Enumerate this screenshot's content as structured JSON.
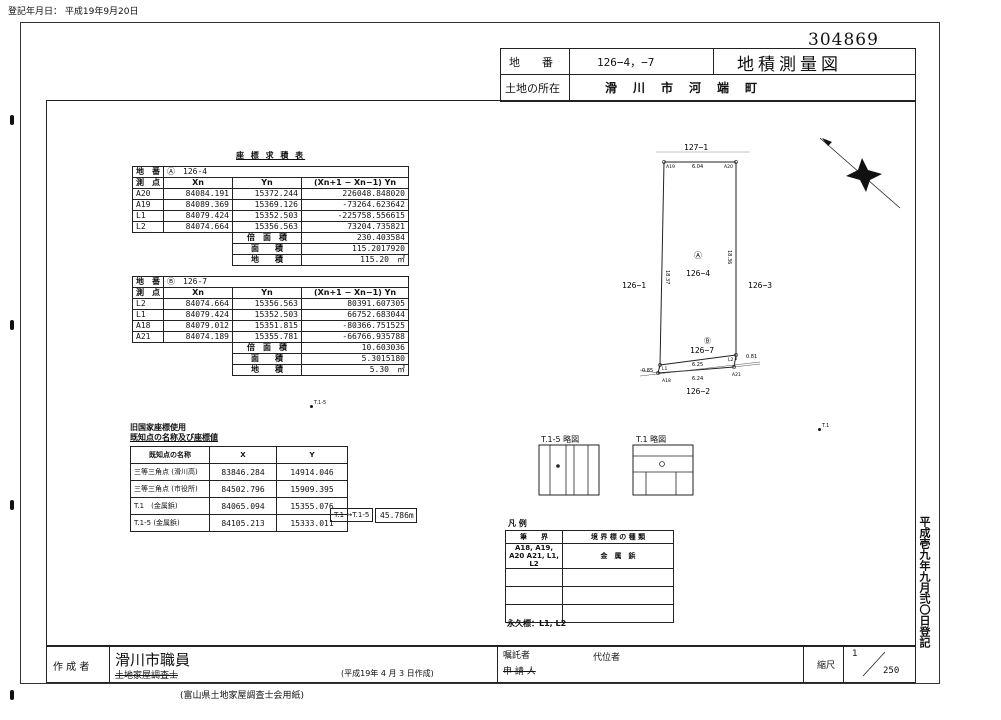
{
  "registration_date": "登記年月日： 平成19年9月20日",
  "doc_number": "304869",
  "header": {
    "lot_label": "地　　番",
    "lot_value": "126−4，−7",
    "title": "地積測量図",
    "location_label": "土地の所在",
    "location_value": "滑　川　市　河　端　町"
  },
  "table_title": "座 標 求 積 表",
  "table_a": {
    "lot_label": "地　番",
    "lot_value": "Ⓐ　126-4",
    "col_point": "測　点",
    "col_xn": "Xn",
    "col_yn": "Yn",
    "col_formula": "(Xn+1 − Xn−1) Yn",
    "rows": [
      {
        "p": "A20",
        "x": "84084.191",
        "y": "15372.244",
        "f": "226048.848020"
      },
      {
        "p": "A19",
        "x": "84089.369",
        "y": "15369.126",
        "f": "-73264.623642"
      },
      {
        "p": "L1",
        "x": "84079.424",
        "y": "15352.503",
        "f": "-225758.556615"
      },
      {
        "p": "L2",
        "x": "84074.664",
        "y": "15356.563",
        "f": "73204.735821"
      }
    ],
    "double_area_label": "倍　面　積",
    "double_area": "230.403584",
    "area_label": "面　　積",
    "area": "115.2017920",
    "chiseki_label": "地　　積",
    "chiseki": "115.20　㎡"
  },
  "table_b": {
    "lot_label": "地　番",
    "lot_value": "Ⓑ　126-7",
    "col_point": "測　点",
    "col_xn": "Xn",
    "col_yn": "Yn",
    "col_formula": "(Xn+1 − Xn−1) Yn",
    "rows": [
      {
        "p": "L2",
        "x": "84074.664",
        "y": "15356.563",
        "f": "80391.607305"
      },
      {
        "p": "L1",
        "x": "84079.424",
        "y": "15352.503",
        "f": "66752.683044"
      },
      {
        "p": "A18",
        "x": "84079.012",
        "y": "15351.815",
        "f": "-80366.751525"
      },
      {
        "p": "A21",
        "x": "84074.189",
        "y": "15355.781",
        "f": "-66766.935788"
      }
    ],
    "double_area_label": "倍　面　積",
    "double_area": "10.603036",
    "area_label": "面　　積",
    "area": "5.3015180",
    "chiseki_label": "地　　積",
    "chiseki": "5.30　㎡"
  },
  "known_points": {
    "title1": "旧国家座標使用",
    "title2": "既知点の名称及び座標値",
    "col_name": "既知点の名称",
    "col_x": "X",
    "col_y": "Y",
    "rows": [
      {
        "n": "三等三角点 (滑川高)",
        "x": "83846.284",
        "y": "14914.046"
      },
      {
        "n": "三等三角点 (市役所)",
        "x": "84502.796",
        "y": "15909.395"
      },
      {
        "n": "T.1　(金属鋲)",
        "x": "84065.094",
        "y": "15355.076"
      },
      {
        "n": "T.1-5 (金属鋲)",
        "x": "84105.213",
        "y": "15333.011"
      }
    ],
    "distance_label": "T.1 ↔T.1-5",
    "distance": "45.786m"
  },
  "sketch1_title": "T.1-5 略図",
  "sketch2_title": "T.1 略図",
  "legend": {
    "title": "凡 例",
    "col_point": "筆　　界",
    "col_type": "境 界 標 の 種 類",
    "points": "A18, A19, A20 A21, L1, L2",
    "type": "金　属　鋲",
    "permanent": "永久標：L1, L2"
  },
  "plan": {
    "north_lot": "127−1",
    "west_lot": "126−1",
    "east_lot": "126−3",
    "south_lot": "126−2",
    "lot_a_mark": "Ⓐ",
    "lot_a": "126−4",
    "lot_b_mark": "Ⓑ",
    "lot_b": "126−7",
    "d_top": "6.04",
    "d_left": "18.37",
    "d_right": "18.36",
    "d_mid": "6.25",
    "d_bot": "6.24",
    "d_left_small": "0.85",
    "d_right_small": "0.81",
    "p_a19": "A19",
    "p_a20": "A20",
    "p_l1": "L1",
    "p_l2": "L2",
    "p_a18": "A18",
    "p_a21": "A21",
    "t15": "T.1-5",
    "t1": "T.1"
  },
  "footer": {
    "author_label": "作 成 者",
    "author": "滑川市職員",
    "surveyor_struck": "土地家屋調査士",
    "date": "(平成19年 4 月 3 日作成)",
    "requester_label": "嘱託者",
    "applicant_struck": "申 請 人",
    "agent_label": "代位者",
    "scale_label": "縮尺",
    "scale_num": "1",
    "scale_den": "250",
    "paper": "(富山県土地家屋調査士会用紙)"
  },
  "side_stamp": "平成壱九年九月弐〇日登記"
}
